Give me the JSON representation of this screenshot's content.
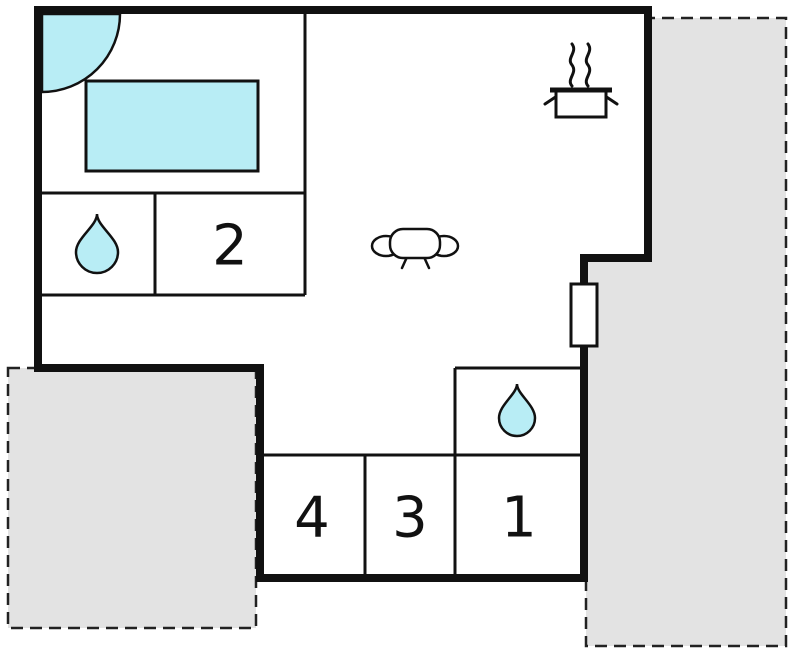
{
  "floor_plan": {
    "room_labels": {
      "room1": "1",
      "room2": "2",
      "room3": "3",
      "room4": "4"
    },
    "colors": {
      "wall": "#111111",
      "accent_cyan": "#b8edf5",
      "terrace_gray": "#e3e3e3",
      "background": "#ffffff"
    },
    "icons": {
      "bed": "bed-icon",
      "door_swing": "door-swing-arc-icon",
      "sofa": "sofa-icon",
      "cooking_pot": "cooking-pot-icon",
      "water_drop_left": "water-drop-icon",
      "water_drop_right": "water-drop-icon",
      "door_right_wall": "door-icon"
    },
    "areas": {
      "terrace_left": "terrace",
      "terrace_right": "terrace"
    }
  }
}
